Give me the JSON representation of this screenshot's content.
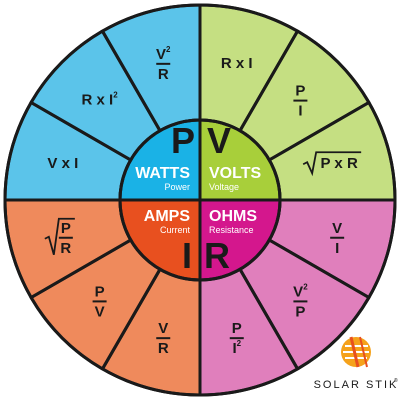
{
  "colors": {
    "power_outer": "#5bc4ea",
    "power_inner": "#1ab2e6",
    "voltage_outer": "#c5df82",
    "voltage_inner": "#a8cf3a",
    "current_outer": "#ef8a5c",
    "current_inner": "#e8501f",
    "resistance_outer": "#e07fbc",
    "resistance_inner": "#d4178d",
    "outline": "#1a1a1a"
  },
  "center": {
    "power": {
      "letter": "P",
      "name": "WATTS",
      "sub": "Power"
    },
    "voltage": {
      "letter": "V",
      "name": "VOLTS",
      "sub": "Voltage"
    },
    "current": {
      "letter": "I",
      "name": "AMPS",
      "sub": "Current"
    },
    "resistance": {
      "letter": "R",
      "name": "OHMS",
      "sub": "Resistance"
    }
  },
  "formulas": {
    "power": [
      {
        "type": "text",
        "text": "V x I"
      },
      {
        "type": "supx",
        "base": "R x I",
        "sup": "2"
      },
      {
        "type": "frac",
        "num": "V",
        "numsup": "2",
        "den": "R"
      }
    ],
    "voltage": [
      {
        "type": "text",
        "text": "R x I"
      },
      {
        "type": "frac",
        "num": "P",
        "den": "I"
      },
      {
        "type": "sqrt",
        "text": "P x R"
      }
    ],
    "current": [
      {
        "type": "sqrtfrac",
        "num": "P",
        "den": "R"
      },
      {
        "type": "frac",
        "num": "P",
        "den": "V"
      },
      {
        "type": "frac",
        "num": "V",
        "den": "R"
      }
    ],
    "resistance": [
      {
        "type": "frac",
        "num": "V",
        "den": "I"
      },
      {
        "type": "frac",
        "num": "V",
        "numsup": "2",
        "den": "P"
      },
      {
        "type": "frac",
        "num": "P",
        "den": "I",
        "densup": "2"
      }
    ]
  },
  "logo": {
    "text": "SOLAR STIK",
    "reg": "®"
  }
}
